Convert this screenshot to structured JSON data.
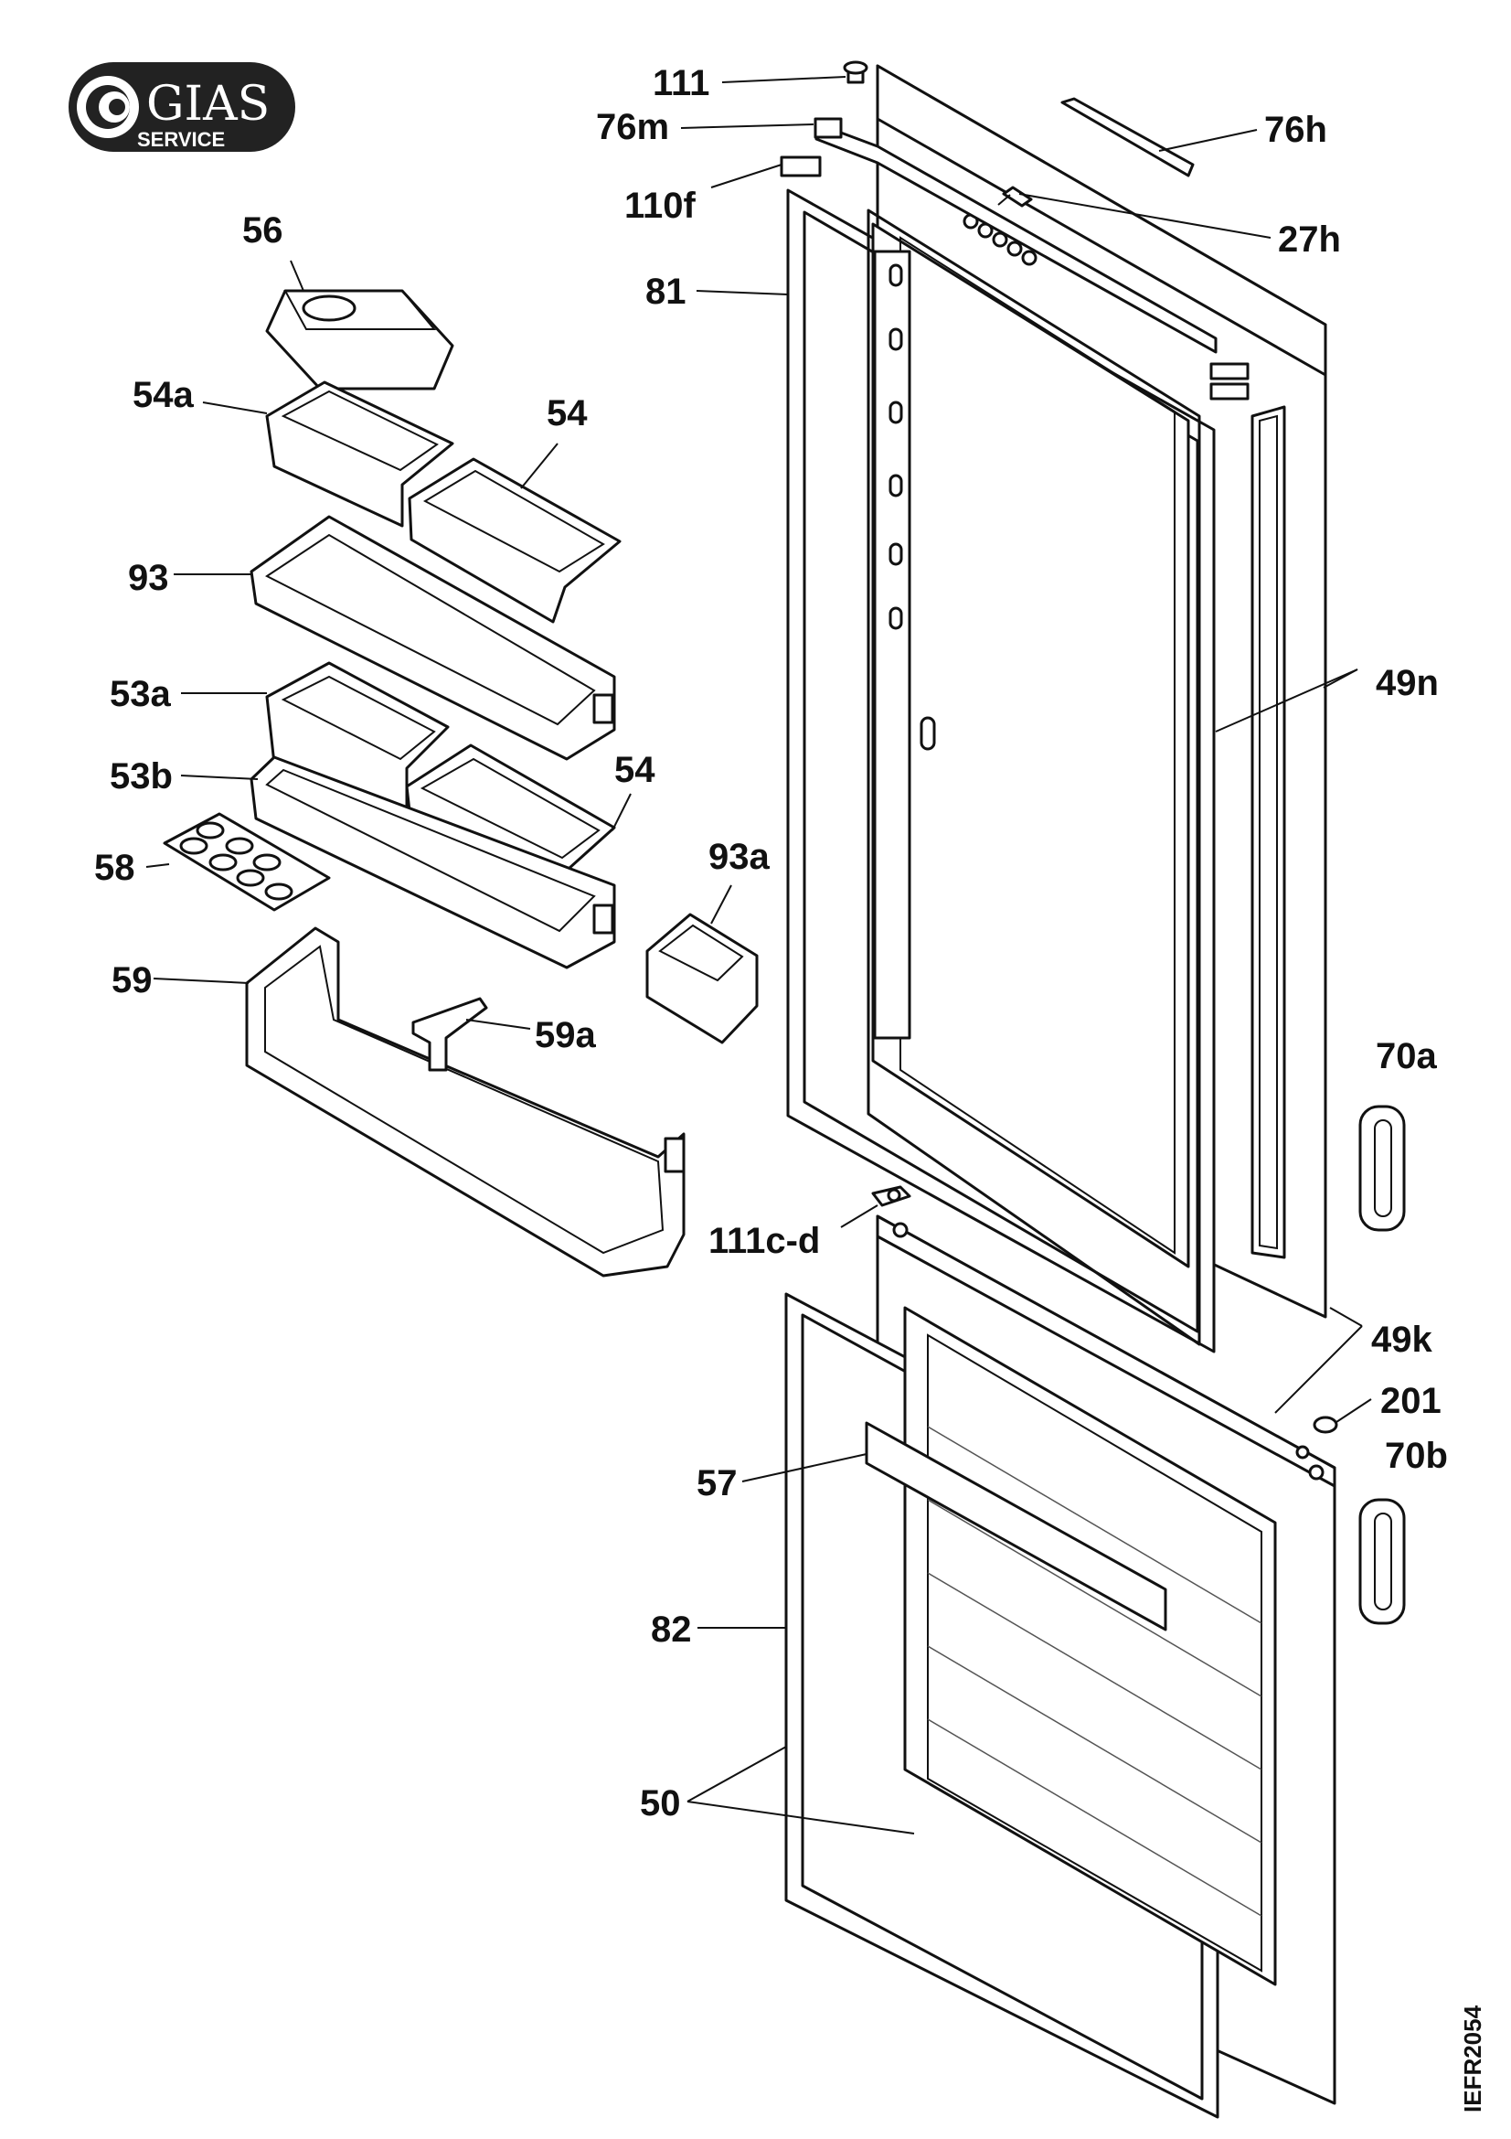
{
  "logo": {
    "brand": "GIAS",
    "tagline": "SERVICE"
  },
  "doc_id": "IEFR2054",
  "labels": {
    "p111": "111",
    "p76m": "76m",
    "p110f": "110f",
    "p81": "81",
    "p76h": "76h",
    "p27h": "27h",
    "p56": "56",
    "p54a": "54a",
    "p54_top": "54",
    "p93": "93",
    "p53a": "53a",
    "p53b": "53b",
    "p54_bottom": "54",
    "p58": "58",
    "p93a": "93a",
    "p59": "59",
    "p59a": "59a",
    "p49n": "49n",
    "p70a": "70a",
    "p111cd": "111c-d",
    "p49k": "49k",
    "p201": "201",
    "p70b": "70b",
    "p57": "57",
    "p82": "82",
    "p50": "50"
  }
}
